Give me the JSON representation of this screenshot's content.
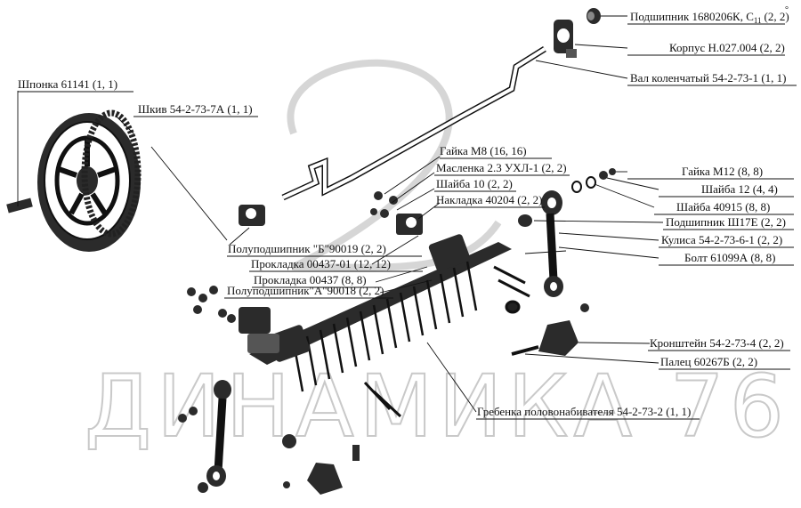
{
  "watermark": "ДИНАМИКА 76",
  "corner_mark": "°",
  "labels": {
    "podshipnik_1680206": "Подшипник 1680206К, С",
    "podshipnik_1680206_sub": "11",
    "podshipnik_1680206_qty": "(2, 2)",
    "korpus": "Корпус Н.027.004 (2, 2)",
    "val": "Вал коленчатый 54-2-73-1 (1, 1)",
    "shponka": "Шпонка 61141 (1, 1)",
    "shkiv": "Шкив 54-2-73-7А (1, 1)",
    "gayka_m8": "Гайка М8 (16, 16)",
    "maslenka": "Масленка 2.3 УХЛ-1 (2, 2)",
    "shayba_10": "Шайба 10 (2, 2)",
    "nakladka": "Накладка 40204 (2, 2)",
    "gayka_m12": "Гайка М12 (8, 8)",
    "shayba_12": "Шайба 12 (4, 4)",
    "shayba_40915": "Шайба 40915 (8, 8)",
    "podshipnik_sh17e": "Подшипник Ш17Е (2, 2)",
    "kulisa": "Кулиса 54-2-73-6-1 (2, 2)",
    "bolt": "Болт 61099А (8, 8)",
    "polupodshipnik_b": "Полуподшипник \"Б\"90019 (2, 2)",
    "prokladka_01": "Прокладка 00437-01 (12, 12)",
    "prokladka": "Прокладка 00437 (8, 8)",
    "polupodshipnik_a": "Полуподшипник\"А\"90018 (2, 2)",
    "kronshteyn": "Кронштейн 54-2-73-4 (2, 2)",
    "palets": "Палец 60267Б (2, 2)",
    "grebenka": "Гребенка половонабивателя 54-2-73-2 (1, 1)"
  }
}
